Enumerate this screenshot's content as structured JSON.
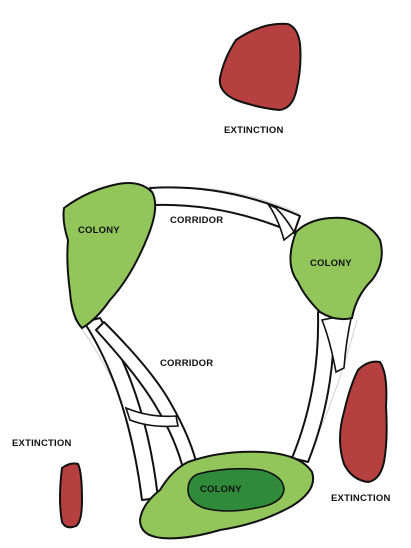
{
  "colors": {
    "colony_fill": "#92c65a",
    "colony_core": "#2f8a3a",
    "extinction_fill": "#b5403f",
    "outline": "#111111",
    "corridor_fill": "#ffffff",
    "background": "#ffffff"
  },
  "labels": {
    "extinction_top": "EXTINCTION",
    "extinction_left": "EXTINCTION",
    "extinction_right": "EXTINCTION",
    "colony_top_left": "COLONY",
    "colony_right": "COLONY",
    "colony_bottom": "COLONY",
    "corridor_top": "CORRIDOR",
    "corridor_middle": "CORRIDOR"
  }
}
